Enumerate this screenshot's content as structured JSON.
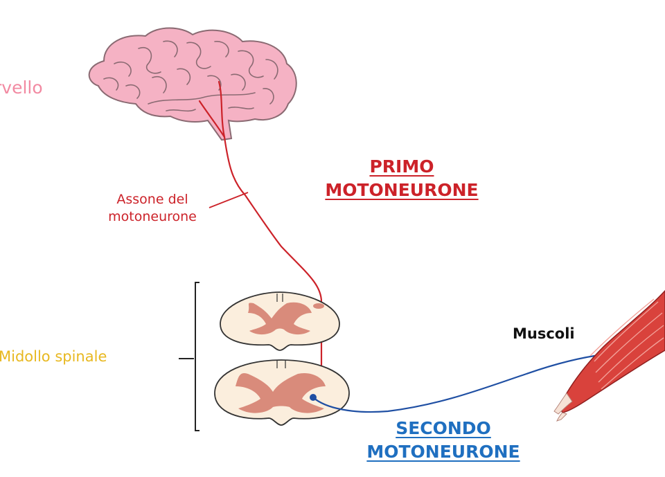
{
  "colors": {
    "brain_fill": "#f5b2c4",
    "brain_stroke": "#8a6a72",
    "upper_neuron": "#cc2229",
    "lower_neuron": "#1f4fa3",
    "cervello_label": "#f28aa2",
    "midollo_label": "#e8b820",
    "secondo_label": "#1f6fc0",
    "cord_white_matter": "#fbeedd",
    "cord_grey_matter": "#d98b7b",
    "muscle": "#d9423c"
  },
  "labels": {
    "cervello": "rvello",
    "assone_line1": "Assone del",
    "assone_line2": "motoneurone",
    "primo_line1": "PRIMO",
    "primo_line2": "MOTONEURONE",
    "midollo": "Midollo spinale",
    "muscoli": "Muscoli",
    "secondo_line1": "SECONDO",
    "secondo_line2": "MOTONEURONE"
  },
  "icons": {
    "brain": "brain-icon",
    "spinal_cord_upper": "spinal-cord-section-icon",
    "spinal_cord_lower": "spinal-cord-section-icon",
    "muscle": "muscle-icon"
  }
}
